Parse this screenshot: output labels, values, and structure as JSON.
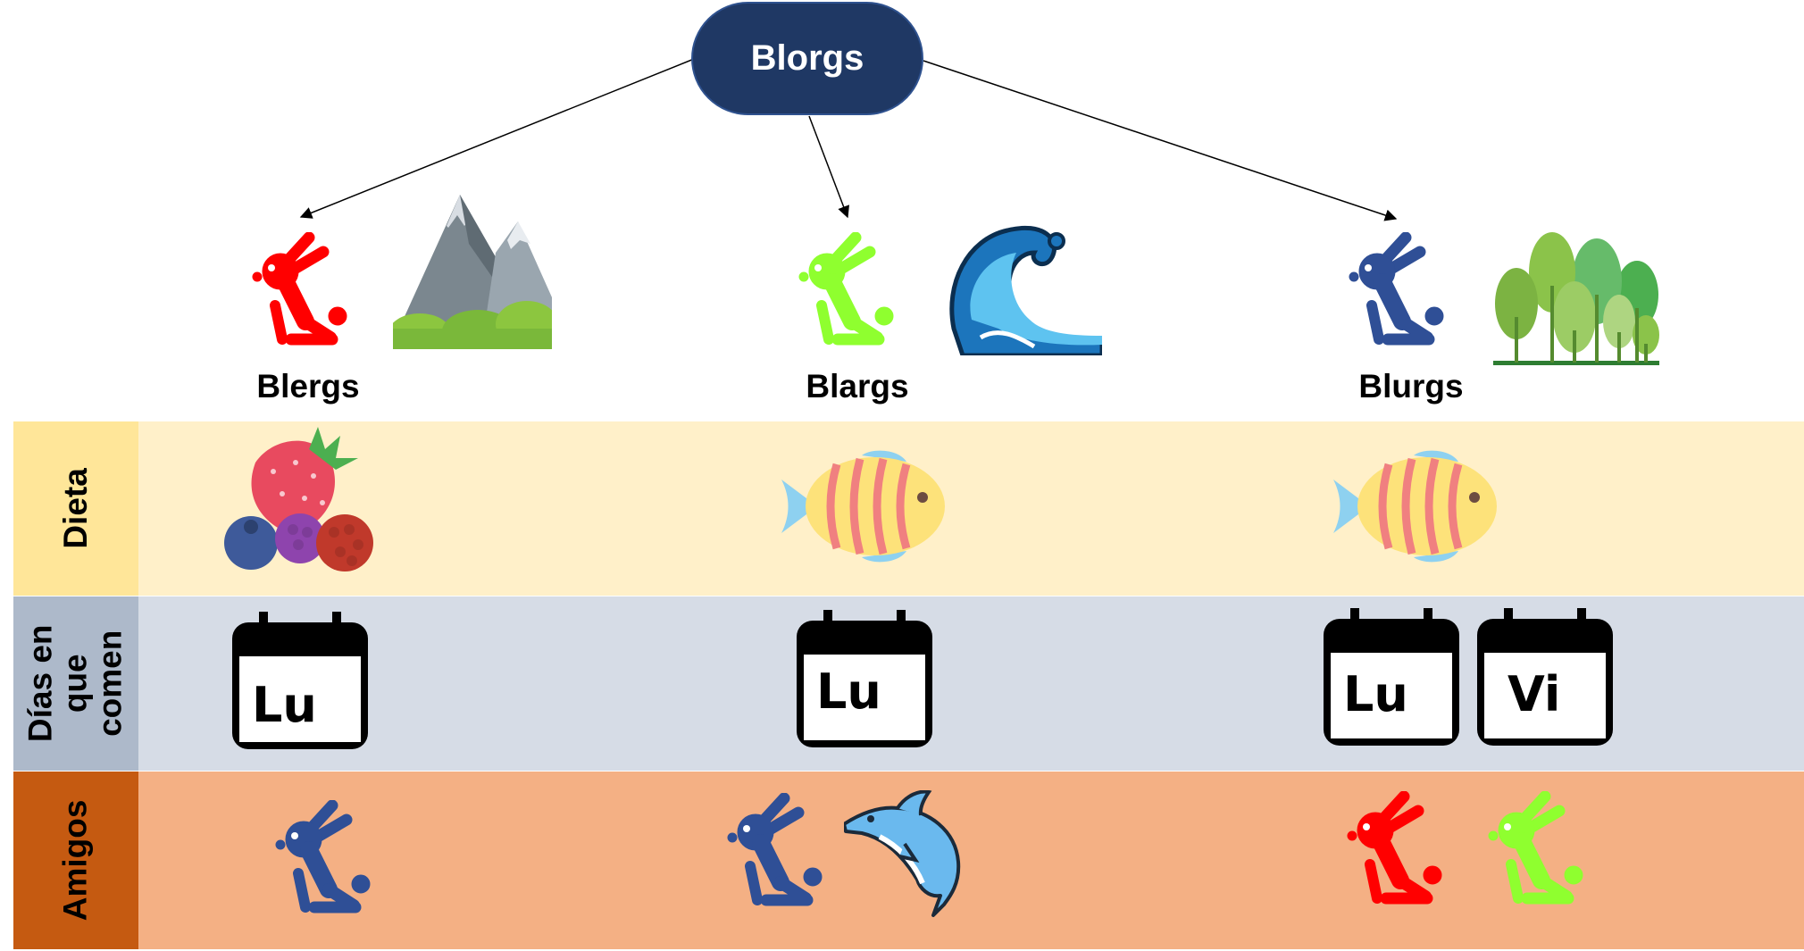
{
  "root": {
    "label": "Blorgs"
  },
  "species": [
    {
      "label": "Blergs",
      "color": "#ff0000",
      "habitat_icon": "mountain-icon"
    },
    {
      "label": "Blargs",
      "color": "#8fff2f",
      "habitat_icon": "wave-icon"
    },
    {
      "label": "Blurgs",
      "color": "#2f4f96",
      "habitat_icon": "forest-icon"
    }
  ],
  "rows": {
    "diet": {
      "label": "Dieta",
      "color": "#fff0c9",
      "label_color": "#ffe699"
    },
    "days": {
      "label_lines": [
        "Días en",
        "que",
        "comen"
      ],
      "color": "#d6dce6",
      "label_color": "#adb9ca"
    },
    "friends": {
      "label": "Amigos",
      "color": "#f4b084",
      "label_color": "#c55a11"
    }
  },
  "diet_icons": [
    "berries-icon",
    "fish-icon",
    "fish-icon"
  ],
  "days": [
    [
      "Lu"
    ],
    [
      "Lu"
    ],
    [
      "Lu",
      "Vi"
    ]
  ],
  "friends": [
    [
      "blue-bunny-icon"
    ],
    [
      "blue-bunny-icon",
      "dolphin-icon"
    ],
    [
      "red-bunny-icon",
      "green-bunny-icon"
    ]
  ]
}
